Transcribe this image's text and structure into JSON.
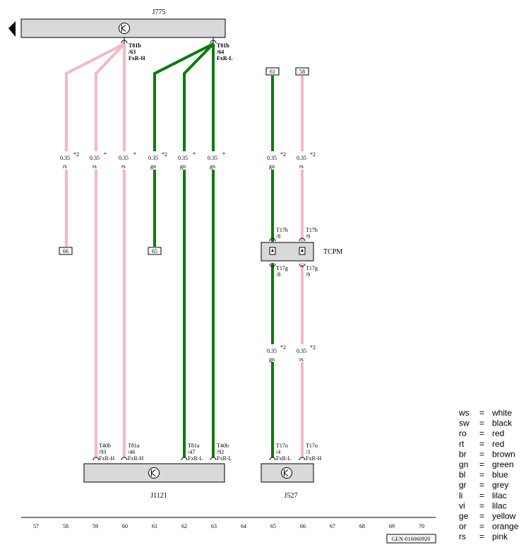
{
  "components": {
    "j775": {
      "name": "J775"
    },
    "j1121": {
      "name": "J1121"
    },
    "j527": {
      "name": "J527"
    },
    "tcpm": {
      "name": "TCPM"
    }
  },
  "connectors": {
    "t81b_63": {
      "pin": "T81b",
      "num": "/63",
      "signal": "FxR-H"
    },
    "t81b_64": {
      "pin": "T81b",
      "num": "/64",
      "signal": "FxR-L"
    },
    "t40b_93": {
      "pin": "T40b",
      "num": "/93",
      "signal": "FxR-H"
    },
    "t81a_46": {
      "pin": "T81a",
      "num": "/46",
      "signal": "FxR-H"
    },
    "t81a_47": {
      "pin": "T81a",
      "num": "/47",
      "signal": "FxR-L"
    },
    "t40b_92": {
      "pin": "T40b",
      "num": "/92",
      "signal": "FxR-L"
    },
    "t17o_4": {
      "pin": "T17o",
      "num": "/4",
      "signal": "FxR-L"
    },
    "t17o_3": {
      "pin": "T17o",
      "num": "/3",
      "signal": "FxR-H"
    },
    "t17b_8": {
      "pin": "T17b",
      "num": "/8"
    },
    "t17b_9": {
      "pin": "T17b",
      "num": "/9"
    },
    "t17g_8": {
      "pin": "T17g",
      "num": "/8"
    },
    "t17g_9": {
      "pin": "T17g",
      "num": "/9"
    }
  },
  "wires": [
    {
      "size": "0.35",
      "note": "*2",
      "color": "rs"
    },
    {
      "size": "0.35",
      "note": "*",
      "color": "rs"
    },
    {
      "size": "0.35",
      "note": "*",
      "color": "rs"
    },
    {
      "size": "0.35",
      "note": "*2",
      "color": "gn"
    },
    {
      "size": "0.35",
      "note": "*",
      "color": "gn"
    },
    {
      "size": "0.35",
      "note": "*",
      "color": "gn"
    },
    {
      "size": "0.35",
      "note": "*2",
      "color": "gn"
    },
    {
      "size": "0.35",
      "note": "*2",
      "color": "rs"
    },
    {
      "size": "0.35",
      "note": "*2",
      "color": "gn"
    },
    {
      "size": "0.35",
      "note": "*2",
      "color": "rs"
    }
  ],
  "refs": {
    "r61": "61",
    "r58": "58",
    "r66": "66",
    "r65": "65"
  },
  "wire_colors": {
    "pink": "#f4b8c3",
    "green": "#0c7a0c"
  },
  "legend": [
    {
      "code": "ws",
      "eq": "=",
      "name": "white"
    },
    {
      "code": "sw",
      "eq": "=",
      "name": "black"
    },
    {
      "code": "ro",
      "eq": "=",
      "name": "red"
    },
    {
      "code": "rt",
      "eq": "=",
      "name": "red"
    },
    {
      "code": "br",
      "eq": "=",
      "name": "brown"
    },
    {
      "code": "gn",
      "eq": "=",
      "name": "green"
    },
    {
      "code": "bl",
      "eq": "=",
      "name": "blue"
    },
    {
      "code": "gr",
      "eq": "=",
      "name": "grey"
    },
    {
      "code": "li",
      "eq": "=",
      "name": "lilac"
    },
    {
      "code": "vi",
      "eq": "=",
      "name": "lilac"
    },
    {
      "code": "ge",
      "eq": "=",
      "name": "yellow"
    },
    {
      "code": "or",
      "eq": "=",
      "name": "orange"
    },
    {
      "code": "rs",
      "eq": "=",
      "name": "pink"
    }
  ],
  "track_numbers": [
    "57",
    "58",
    "59",
    "60",
    "61",
    "62",
    "63",
    "64",
    "65",
    "66",
    "67",
    "68",
    "69",
    "70"
  ],
  "doc_id": "GEN-016060920"
}
